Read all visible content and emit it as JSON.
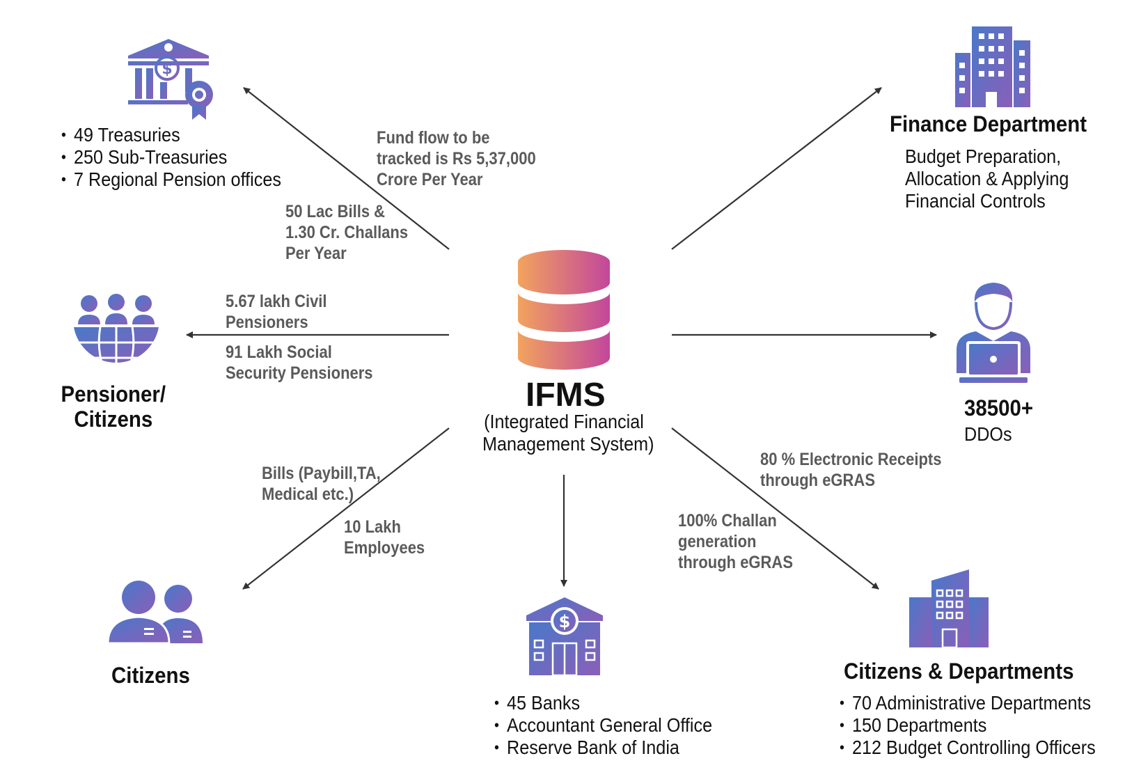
{
  "center": {
    "title": "IFMS",
    "subtitle_line1": "(Integrated Financial",
    "subtitle_line2": "Management System)",
    "icon": "database-icon"
  },
  "treasuries": {
    "icon": "treasury-bank-icon",
    "items": [
      "49 Treasuries",
      "250 Sub-Treasuries",
      "7 Regional Pension offices"
    ]
  },
  "finance": {
    "icon": "office-building-icon",
    "title": "Finance Department",
    "desc_line1": "Budget Preparation,",
    "desc_line2": "Allocation & Applying",
    "desc_line3": "Financial Controls"
  },
  "pensioners": {
    "icon": "people-globe-icon",
    "title_line1": "Pensioner/",
    "title_line2": "Citizens"
  },
  "ddos": {
    "icon": "user-laptop-icon",
    "count": "38500+",
    "label": "DDOs"
  },
  "citizens": {
    "icon": "citizens-icon",
    "title": "Citizens"
  },
  "banks": {
    "icon": "bank-icon",
    "items": [
      "45 Banks",
      "Accountant General Office",
      "Reserve Bank of India"
    ]
  },
  "departments": {
    "icon": "department-building-icon",
    "title": "Citizens & Departments",
    "items": [
      "70 Administrative Departments",
      "150 Departments",
      "212 Budget Controlling Officers"
    ]
  },
  "annotations": {
    "fund_flow": [
      "Fund flow to be",
      "tracked is Rs 5,37,000",
      "Crore Per Year"
    ],
    "bills_challans": [
      "50 Lac Bills &",
      "1.30 Cr. Challans",
      "Per Year"
    ],
    "civil_pensioners": [
      "5.67 lakh Civil",
      "Pensioners"
    ],
    "social_pensioners": [
      "91 Lakh Social",
      "Security Pensioners"
    ],
    "bills_types": [
      "Bills (Paybill,TA,",
      "Medical etc.)"
    ],
    "employees": [
      "10 Lakh",
      "Employees"
    ],
    "electronic_receipts": [
      "80 % Electronic Receipts",
      "through eGRAS"
    ],
    "challan_generation": [
      "100% Challan",
      "generation",
      "through eGRAS"
    ]
  },
  "colors": {
    "icon_start": "#4a78c9",
    "icon_end": "#8a5fb8",
    "db_start": "#f2a35e",
    "db_end": "#c2479b",
    "arrow": "#333333",
    "annotation": "#5a5a5a"
  }
}
